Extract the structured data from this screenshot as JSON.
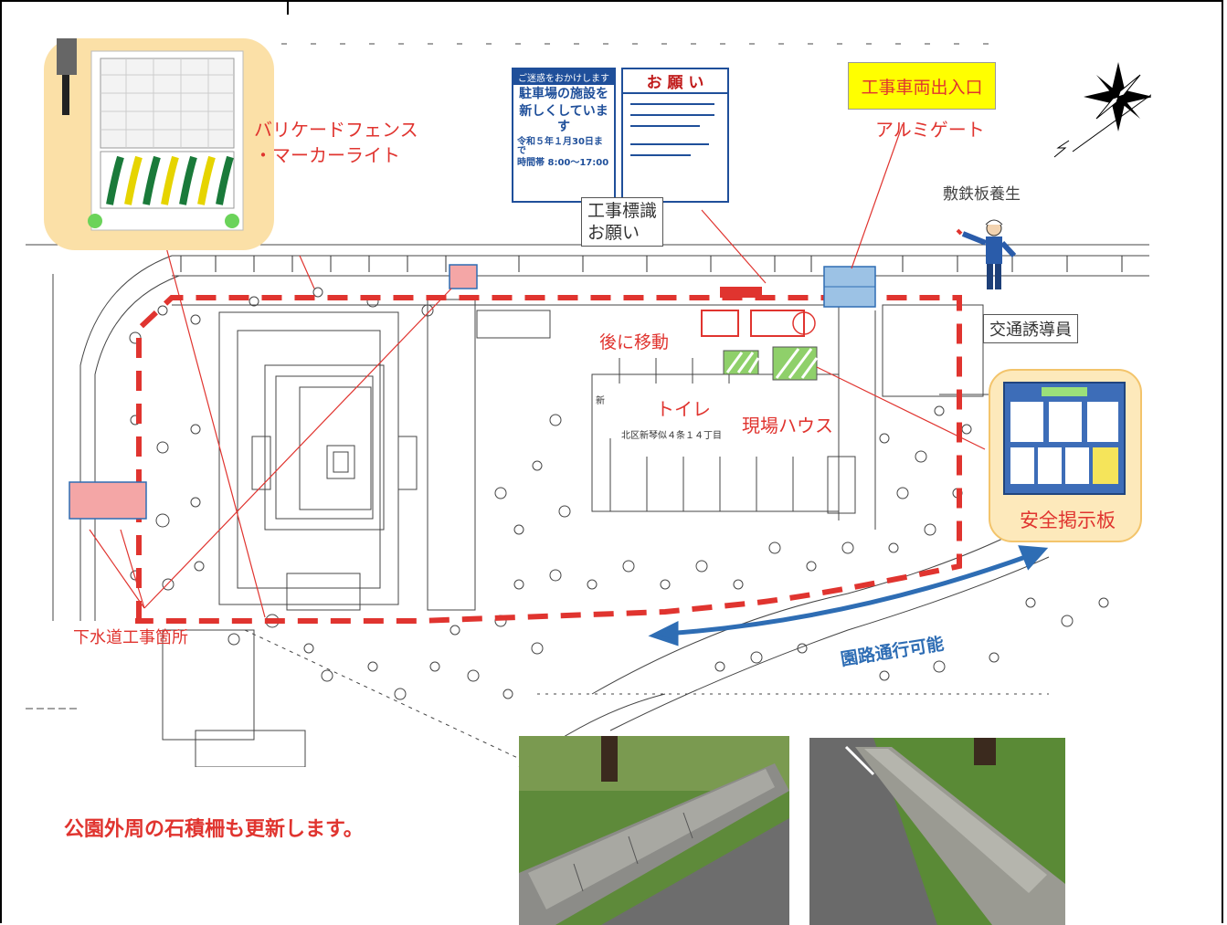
{
  "legend": {
    "fence": "バリケードフェンス\n・マーカーライト",
    "fence_line1": "バリケードフェンス",
    "fence_line2": "・マーカーライト",
    "vehicle_entrance": "工事車両出入口",
    "aluminum_gate": "アルミゲート",
    "steel_plate": "敷鉄板養生",
    "sign_label": "工事標識\nお願い",
    "sign_label_line1": "工事標識",
    "sign_label_line2": "お願い",
    "move_later": "後に移動",
    "toilet": "トイレ",
    "site_house": "現場ハウス",
    "traffic_guide": "交通誘導員",
    "safety_board": "安全掲示板",
    "sewer_work": "下水道工事箇所",
    "path_passable": "園路通行可能",
    "stone_wall_notice": "公園外周の石積柵も更新します。"
  },
  "signboard_1": {
    "header": "ご迷惑をおかけします",
    "title_line1": "駐車場の施設を",
    "title_line2": "新しくしています",
    "period": "令和５年１月30日まで",
    "hours": "時間帯 8:00～17:00"
  },
  "signboard_2": {
    "header": "お 願 い"
  },
  "map_text": {
    "address": "北区新琴似４条１４丁目",
    "new_mark": "新"
  },
  "colors": {
    "accent_red": "#e0342f",
    "path_blue": "#2e6db4",
    "gate_blue": "#9cc2e5",
    "toilet_green": "#8fd06a",
    "card_orange": "#fbe0a7",
    "sewer_pink": "#f4a6a6"
  }
}
